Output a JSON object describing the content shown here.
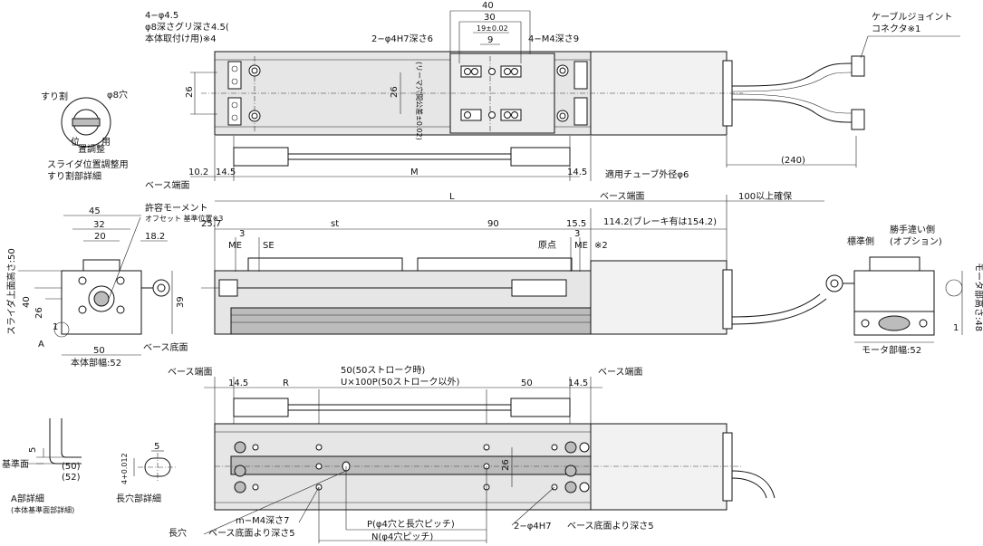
{
  "top_view": {
    "hole_spec_1": "4−φ4.5",
    "hole_spec_2": "φ8深さグリ深さ4.5(",
    "hole_spec_3": "本体取付け用)※4",
    "pin_hole": "2−φ4H7深さ6",
    "tap_hole": "4−M4深さ9",
    "dim_40": "40",
    "dim_30": "30",
    "dim_19": "19±0.02",
    "dim_9": "9",
    "dim_26_left": "26",
    "dim_26_right": "26",
    "tolerance_note": "(リーマ穴間公差±0.02)",
    "cable_label_1": "ケーブルジョイント",
    "cable_label_2": "コネクタ※1"
  },
  "side_view": {
    "dim_10_2": "10.2",
    "dim_14_5_left": "14.5",
    "dim_M": "M",
    "dim_14_5_right": "14.5",
    "tube_label": "適用チューブ外径φ6",
    "dim_240": "(240)",
    "base_end_left": "ベース端面",
    "base_end_right": "ベース端面",
    "dim_L": "L",
    "dim_100": "100以上確保",
    "dim_25_7": "25.7",
    "dim_st": "st",
    "dim_90": "90",
    "dim_15_5": "15.5",
    "dim_114": "114.2(ブレーキ有は154.2)",
    "dim_3_left": "3",
    "dim_3_right": "3",
    "me_se_left": "ME",
    "se": "SE",
    "origin": "原点",
    "me_right": "ME",
    "note_2": "※2"
  },
  "slider_detail": {
    "slit": "すり割",
    "hole8": "φ8穴",
    "label_1": "位",
    "label_2": "置調整",
    "label_3": "用",
    "title_1": "スライダ位置調整用",
    "title_2": "すり割部詳細"
  },
  "end_view_left": {
    "dim_45": "45",
    "dim_32": "32",
    "dim_20": "20",
    "dim_18_2": "18.2",
    "moment_1": "許容モーメント",
    "moment_2": "オフセット 基準位置※3",
    "slider_height": "スライダ上面高さ:50",
    "dim_40": "40",
    "dim_26": "26",
    "dim_1": "1",
    "dim_39": "39",
    "label_A": "A",
    "dim_50": "50",
    "base_bottom": "ベース底面",
    "body_width": "本体部幅:52"
  },
  "end_view_right": {
    "standard_side": "標準側",
    "opposite_1": "勝手違い側",
    "opposite_2": "(オプション)",
    "motor_height": "モータ部高さ:48",
    "dim_1": "1",
    "motor_width": "モータ部幅:52"
  },
  "bottom_view": {
    "base_end_left": "ベース端面",
    "base_end_right": "ベース端面",
    "dim_14_5_left": "14.5",
    "dim_R": "R",
    "dim_50_top": "50(50ストローク時)",
    "dim_U": "U×100P(50ストローク以外)",
    "dim_50": "50",
    "dim_14_5_right": "14.5",
    "dim_26": "26",
    "tap_label": "m−M4深さ7",
    "slot": "長穴",
    "depth_1": "ベース底面より深さ5",
    "pin_label": "2−φ4H7",
    "depth_2": "ベース底面より深さ5",
    "dim_P": "P(φ4穴と長穴ピッチ)",
    "dim_N": "N(φ4穴ピッチ)"
  },
  "detail_A": {
    "dim_5": "5",
    "ref_face": "基準面",
    "dim_50": "(50)",
    "dim_52": "(52)",
    "title_1": "A部詳細",
    "title_2": "(本体基準面部詳細)"
  },
  "slot_detail": {
    "dim_5": "5",
    "dim_4": "4+0.012",
    "title": "長穴部詳細"
  }
}
